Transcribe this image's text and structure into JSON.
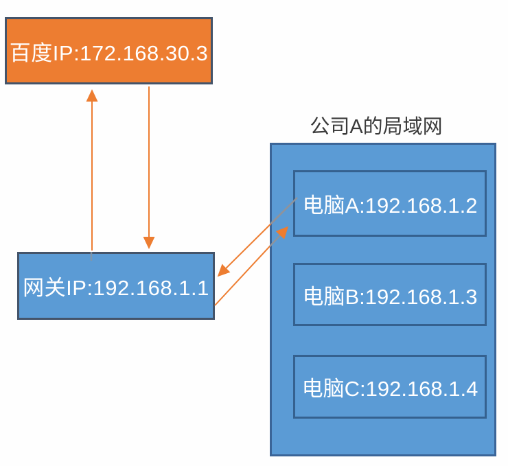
{
  "diagram": {
    "title": "公司A的局域网",
    "nodes": {
      "baidu": {
        "label": "百度IP:172.168.30.3",
        "fill": "#ED7D31"
      },
      "gateway": {
        "label": "网关IP:192.168.1.1",
        "fill": "#5B9BD5"
      }
    },
    "lan": {
      "computers": [
        {
          "label": "电脑A:192.168.1.2"
        },
        {
          "label": "电脑B:192.168.1.3"
        },
        {
          "label": "电脑C:192.168.1.4"
        }
      ]
    },
    "connections": [
      {
        "from": "gateway",
        "to": "baidu",
        "style": "arrow-up"
      },
      {
        "from": "baidu",
        "to": "gateway",
        "style": "arrow-down"
      },
      {
        "from": "computer-a",
        "to": "gateway",
        "style": "arrow-diagonal"
      },
      {
        "from": "gateway",
        "to": "computer-a",
        "style": "arrow-diagonal"
      }
    ],
    "colors": {
      "orange": "#ED7D31",
      "blue": "#5B9BD5",
      "border_slate": "#44546A",
      "border_blue": "#3B6598",
      "inner_border": "#35618F",
      "arrow": "#ED7D31",
      "muted_line": "#8696A6",
      "title_text": "#3A3A3A",
      "box_text": "#FFFFFF",
      "page_bg": "#FEFEFE"
    }
  }
}
